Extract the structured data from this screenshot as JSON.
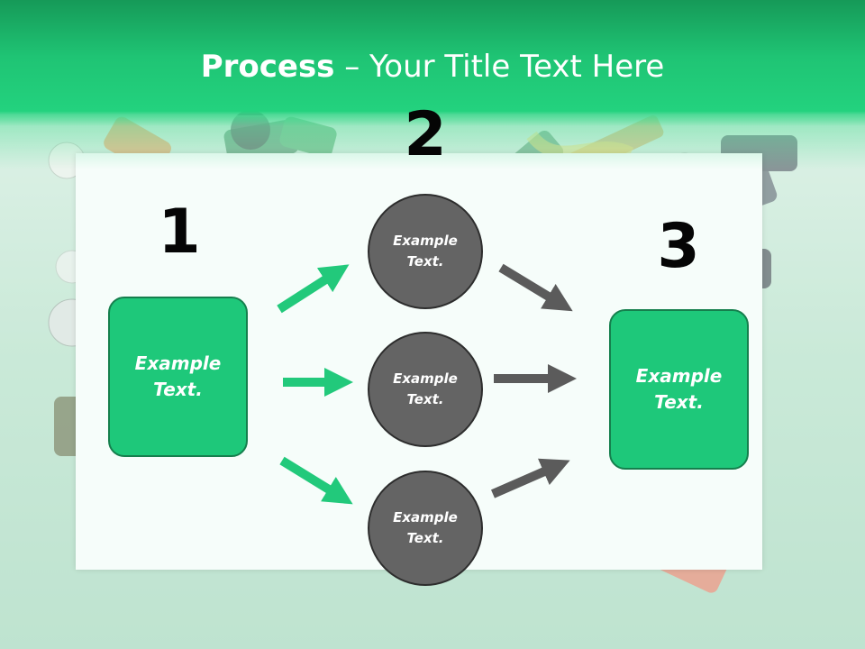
{
  "slide": {
    "title_bold": "Process",
    "title_rest": " – Your Title Text Here"
  },
  "steps": {
    "step1_number": "1",
    "step2_number": "2",
    "step3_number": "3"
  },
  "left_box": {
    "label": "Example Text."
  },
  "right_box": {
    "label": "Example Text."
  },
  "circles": [
    {
      "label": "Example Text."
    },
    {
      "label": "Example Text."
    },
    {
      "label": "Example Text."
    }
  ],
  "colors": {
    "header_green": "#1fc474",
    "box_green": "#1ec87a",
    "circle_gray": "#646464",
    "arrow_green": "#22c97b",
    "arrow_gray": "#5b5b5b"
  },
  "background": {
    "description_icons": [
      "buttons",
      "thread-spools",
      "tape-measure",
      "thimbles",
      "seam-ripper"
    ]
  }
}
